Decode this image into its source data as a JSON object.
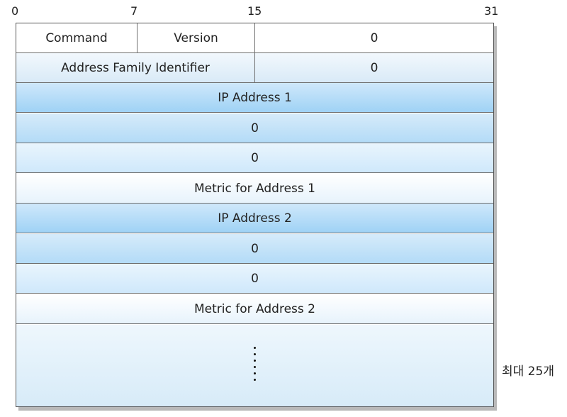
{
  "bit_labels": [
    "0",
    "7",
    "15",
    "31"
  ],
  "rows": [
    {
      "cells": [
        "Command",
        "Version",
        "0"
      ]
    },
    {
      "cells": [
        "Address Family Identifier",
        "0"
      ]
    },
    {
      "cells": [
        "IP Address 1"
      ]
    },
    {
      "cells": [
        "0"
      ]
    },
    {
      "cells": [
        "0"
      ]
    },
    {
      "cells": [
        "Metric for Address 1"
      ]
    },
    {
      "cells": [
        "IP Address 2"
      ]
    },
    {
      "cells": [
        "0"
      ]
    },
    {
      "cells": [
        "0"
      ]
    },
    {
      "cells": [
        "Metric for Address 2"
      ]
    }
  ],
  "side_note": "최대 25개"
}
